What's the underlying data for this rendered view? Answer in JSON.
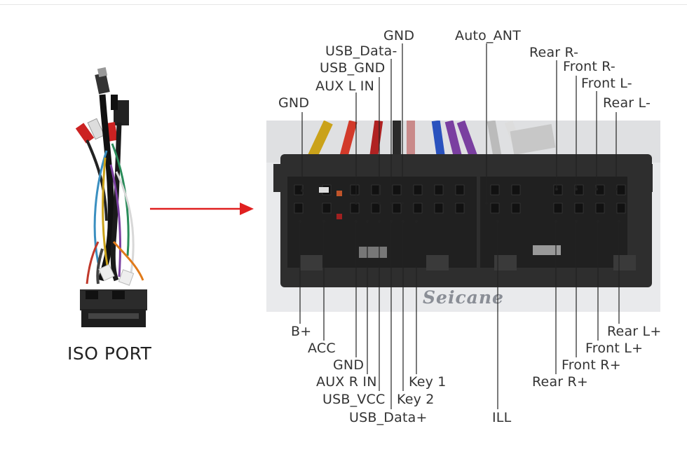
{
  "caption": "ISO PORT",
  "watermark": "Seicane",
  "colors": {
    "arrow": "#e02020",
    "line": "#222222",
    "connector": "#2e2e2e",
    "photo_bg": "#e9eaec"
  },
  "labels_top": [
    "GND",
    "USB_Data-",
    "USB_GND",
    "AUX L IN",
    "GND",
    "Auto_ANT",
    "Rear R-",
    "Front R-",
    "Front L-",
    "Rear L-"
  ],
  "labels_bottom": [
    "B+",
    "ACC",
    "GND",
    "AUX R IN",
    "USB_VCC",
    "USB_Data+",
    "Key 1",
    "Key 2",
    "ILL",
    "Rear L+",
    "Front L+",
    "Front R+",
    "Rear R+"
  ],
  "icons": [
    "arrow-right-icon",
    "wire-harness-icon"
  ]
}
